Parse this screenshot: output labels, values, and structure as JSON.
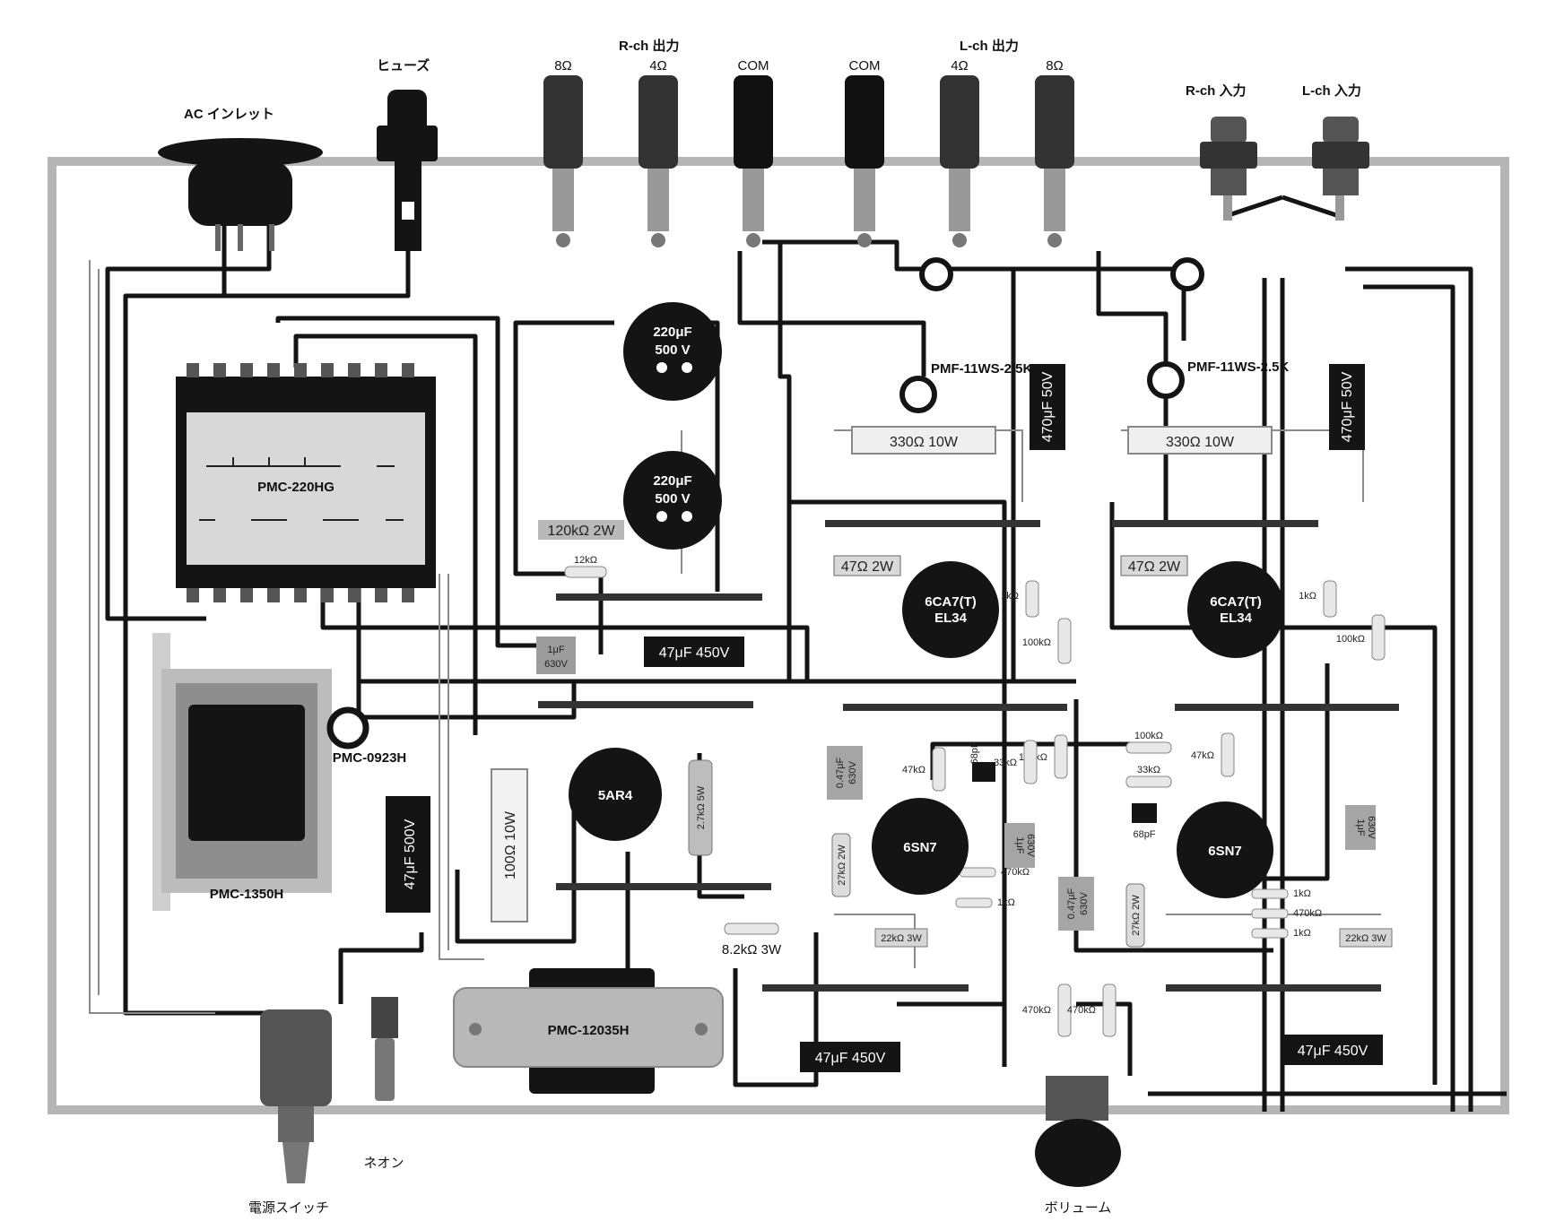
{
  "labels": {
    "ac_inlet": "AC インレット",
    "fuse": "ヒューズ",
    "rch_out": "R-ch 出力",
    "lch_out": "L-ch 出力",
    "rch_in": "R-ch 入力",
    "lch_in": "L-ch 入力",
    "power_switch": "電源スイッチ",
    "neon": "ネオン",
    "volume": "ボリューム"
  },
  "terminals": [
    "8Ω",
    "4Ω",
    "COM",
    "COM",
    "4Ω",
    "8Ω"
  ],
  "components": {
    "power_trans": "PMC-220HG",
    "choke_main": "PMC-1350H",
    "choke_small": "PMC-0923H",
    "choke_bottom": "PMC-12035H",
    "cap_220a": "220μF",
    "cap_220a_v": "500 V",
    "cap_220b": "220μF",
    "cap_220b_v": "500 V",
    "cap_47_500": "47μF 500V",
    "cap_47_450_a": "47μF 450V",
    "cap_47_450_b": "47μF 450V",
    "cap_47_450_c": "47μF 450V",
    "cap_470_50_a": "470μF 50V",
    "cap_470_50_b": "470μF 50V",
    "res_330_a": "330Ω 10W",
    "res_330_b": "330Ω 10W",
    "res_120k": "120kΩ 2W",
    "res_12k": "12kΩ",
    "cap_1u_a": "1μF",
    "cap_1u_a_v": "630V",
    "res_47_a": "47Ω 2W",
    "res_47_b": "47Ω 2W",
    "res_100_10": "100Ω 10W",
    "res_27k_5": "2.7kΩ 5W",
    "res_82": "8.2kΩ 3W",
    "res_22k_a": "22kΩ 3W",
    "res_22k_b": "22kΩ 3W",
    "res_1k_a": "1kΩ",
    "res_1k_b": "1kΩ",
    "res_100k_a": "100kΩ",
    "res_100k_b": "100kΩ",
    "res_100k_c": "100kΩ",
    "res_100k_d": "100kΩ",
    "res_47k_a": "47kΩ",
    "res_47k_b": "47kΩ",
    "res_33k_a": "33kΩ",
    "res_33k_b": "33kΩ",
    "res_27k_2a": "27kΩ 2W",
    "res_27k_2b": "27kΩ 2W",
    "res_470_a": "470kΩ",
    "res_470_b": "470kΩ",
    "res_470_c": "470kΩ",
    "res_470_d": "470kΩ",
    "res_1k_c": "1kΩ",
    "res_1k_d": "1kΩ",
    "res_1k_e": "1kΩ",
    "cap_68p_a": "68pF",
    "cap_68p_b": "68pF",
    "cap_047_a": "0.47μF",
    "cap_047_a_v": "630V",
    "cap_047_b": "0.47μF",
    "cap_047_b_v": "630V",
    "cap_1u_b": "1μF",
    "cap_1u_b_v": "630V",
    "cap_1u_c": "1μF",
    "cap_1u_c_v": "630V",
    "pmf_a": "PMF-11WS-2.5K",
    "pmf_b": "PMF-11WS-2.5K"
  },
  "tubes": {
    "rect": "5AR4",
    "pwr_a_1": "6CA7(T)",
    "pwr_a_2": "EL34",
    "pwr_b_1": "6CA7(T)",
    "pwr_b_2": "EL34",
    "drv_a": "6SN7",
    "drv_b": "6SN7"
  },
  "colors": {
    "chassis": "#bdbdbd",
    "transformer": "#1a1a1a",
    "wire": "#141414",
    "resistor": "#e8e8e8"
  }
}
